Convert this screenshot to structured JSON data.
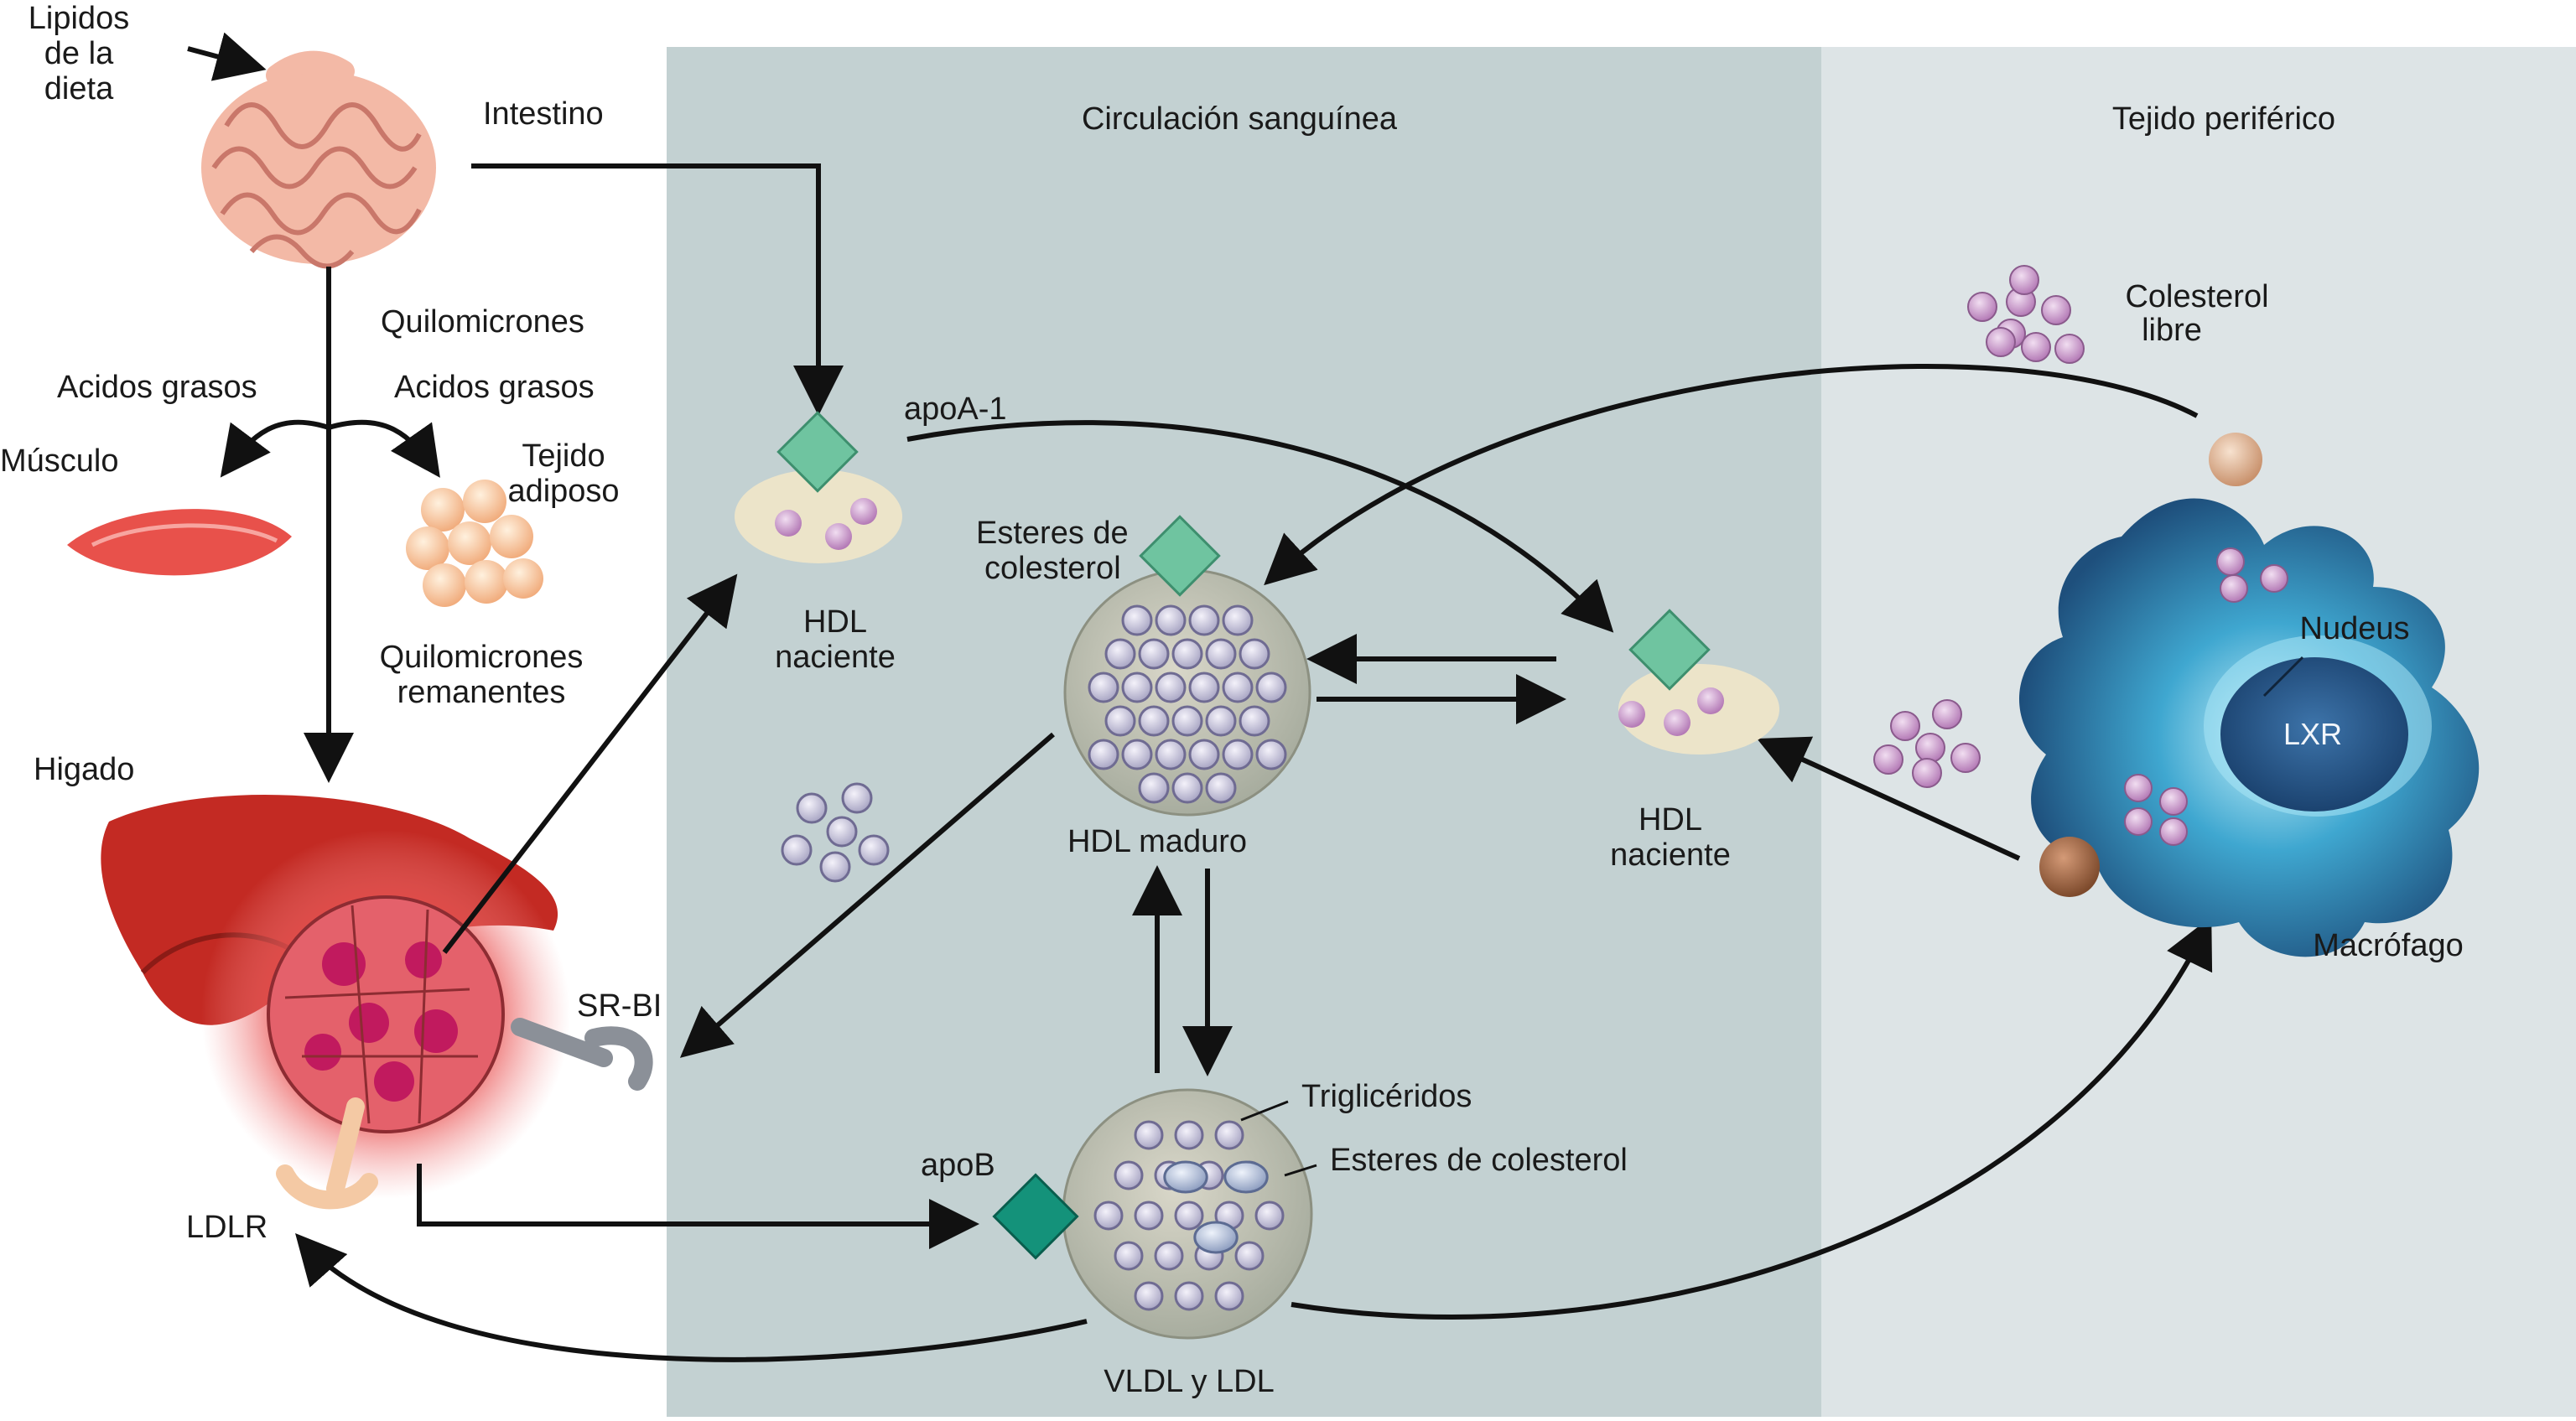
{
  "regions": {
    "blood": "Circulación sanguínea",
    "peripheral": "Tejido periférico"
  },
  "labels": {
    "diet_line1": "Lipidos",
    "diet_line2": "de la",
    "diet_line3": "dieta",
    "intestine": "Intestino",
    "chylomicrons": "Quilomicrones",
    "fatty_acids_left": "Acidos grasos",
    "fatty_acids_right": "Acidos grasos",
    "muscle": "Músculo",
    "adipose_line1": "Tejido",
    "adipose_line2": "adiposo",
    "remnants_line1": "Quilomicrones",
    "remnants_line2": "remanentes",
    "liver": "Higado",
    "srbi": "SR-BI",
    "ldlr": "LDLR",
    "apoa1": "apoA-1",
    "hdl_nascent1_line1": "HDL",
    "hdl_nascent1_line2": "naciente",
    "chol_esters_line1": "Esteres de",
    "chol_esters_line2": "colesterol",
    "hdl_mature": "HDL maduro",
    "hdl_nascent2_line1": "HDL",
    "hdl_nascent2_line2": "naciente",
    "free_chol_line1": "Colesterol",
    "free_chol_line2": "libre",
    "nucleus": "Nudeus",
    "lxr": "LXR",
    "macrophage": "Macrófago",
    "triglycerides": "Triglicéridos",
    "chol_esters_vldl": "Esteres de colesterol",
    "apob": "apoB",
    "vldl_ldl": "VLDL y LDL"
  },
  "colors": {
    "blood_bg": "#c3d1d2",
    "peripheral_bg": "#dde4e6",
    "diamond_light": "#6fc4a0",
    "diamond_dark": "#14927a",
    "cholesterol": "#c89ac8",
    "liver": "#c32a23",
    "macrophage": "#2f6f99"
  }
}
